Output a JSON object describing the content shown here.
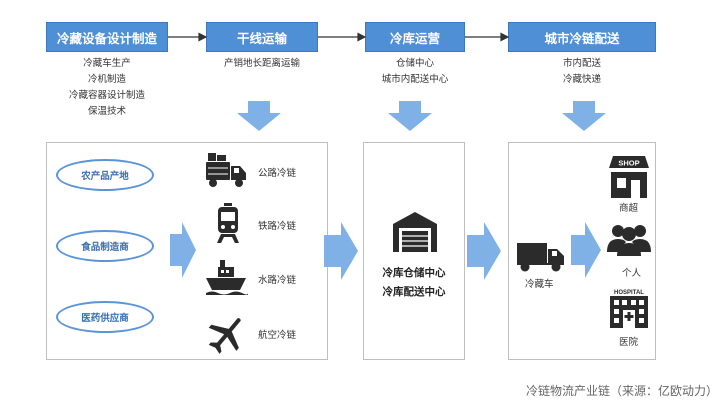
{
  "stages": [
    {
      "title": "冷藏设备设计制造",
      "items": [
        "冷藏车生产",
        "冷机制造",
        "冷藏容器设计制造",
        "保温技术"
      ]
    },
    {
      "title": "干线运输",
      "items": [
        "产销地长距离运输"
      ]
    },
    {
      "title": "冷库运营",
      "items": [
        "仓储中心",
        "城市内配送中心"
      ]
    },
    {
      "title": "城市冷链配送",
      "items": [
        "市内配送",
        "冷藏快递"
      ]
    }
  ],
  "sources": [
    "农产品产地",
    "食品制造商",
    "医药供应商"
  ],
  "transport": [
    {
      "icon": "truck-icon",
      "label": "公路冷链"
    },
    {
      "icon": "train-icon",
      "label": "铁路冷链"
    },
    {
      "icon": "ship-icon",
      "label": "水路冷链"
    },
    {
      "icon": "airplane-icon",
      "label": "航空冷链"
    }
  ],
  "warehouse": {
    "line1": "冷库仓储中心",
    "line2": "冷库配送中心"
  },
  "distribution": {
    "vehicle": "冷藏车",
    "shop_sign": "SHOP",
    "hospital_sign": "HOSPITAL",
    "destinations": [
      "商超",
      "个人",
      "医院"
    ]
  },
  "caption": "冷链物流产业链（来源：亿欧动力）",
  "colors": {
    "accent": "#4f8fd6",
    "arrow": "#7fb0e6",
    "icon": "#2b2b2b"
  }
}
